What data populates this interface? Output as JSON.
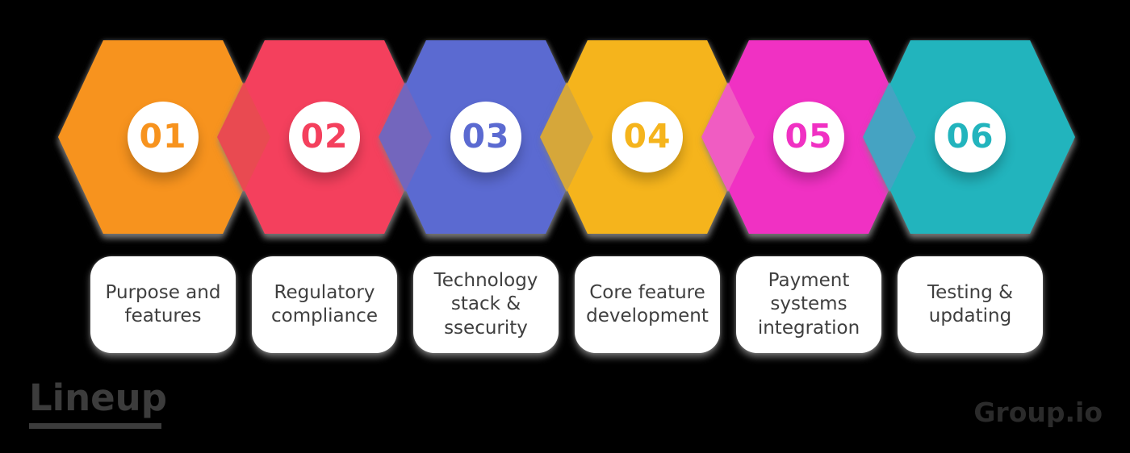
{
  "steps": [
    {
      "number": "01",
      "label": "Purpose and\nfeatures",
      "color": "#F7931E"
    },
    {
      "number": "02",
      "label": "Regulatory\ncompliance",
      "color": "#F4405D"
    },
    {
      "number": "03",
      "label": "Technology\nstack &\nssecurity",
      "color": "#5B6AD1"
    },
    {
      "number": "04",
      "label": "Core feature\ndevelopment",
      "color": "#F5B41C"
    },
    {
      "number": "05",
      "label": "Payment\nsystems\nintegration",
      "color": "#F031C3"
    },
    {
      "number": "06",
      "label": "Testing &\nupdating",
      "color": "#22B4BD"
    }
  ],
  "junction_colors": [
    "#E94A51",
    "#7366BD",
    "#D6A73A",
    "#F05CC2",
    "#45A3C2"
  ],
  "footer": {
    "left_logo": "Lineup",
    "right_logo": "Group.io"
  },
  "style": {
    "background": "#000000",
    "card_background": "#FFFFFF",
    "card_text": "#3F3F3F",
    "circle_background": "#FFFFFF",
    "shadow": "#808080"
  }
}
